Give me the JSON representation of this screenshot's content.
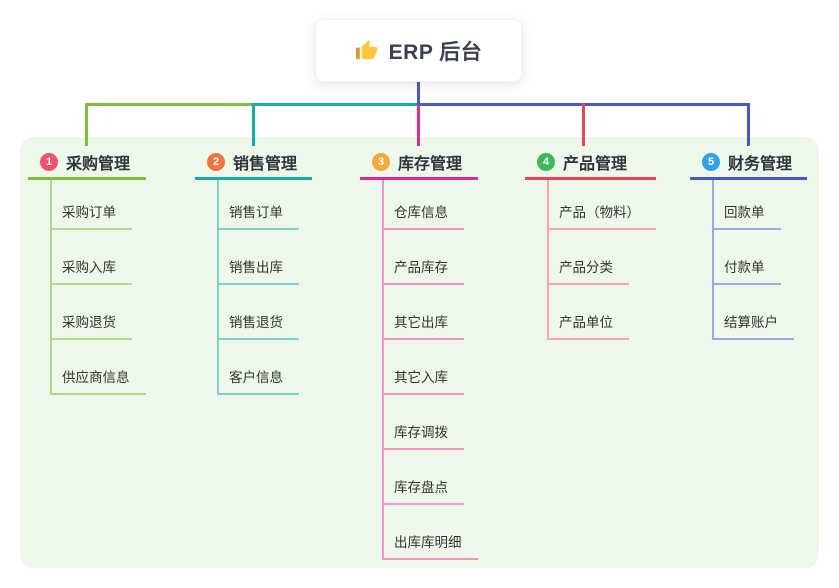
{
  "root": {
    "icon": "thumbs-up",
    "title": "ERP 后台"
  },
  "branches": [
    {
      "badge": "1",
      "label": "采购管理",
      "color": "#82BE3C",
      "light_color": "#AFD88A",
      "badge_color": "#F4516C",
      "children": [
        "采购订单",
        "采购入库",
        "采购退货",
        "供应商信息"
      ]
    },
    {
      "badge": "2",
      "label": "销售管理",
      "color": "#12AFA4",
      "light_color": "#7FD2CA",
      "badge_color": "#F3743C",
      "children": [
        "销售订单",
        "销售出库",
        "销售退货",
        "客户信息"
      ]
    },
    {
      "badge": "3",
      "label": "库存管理",
      "color": "#DE2A92",
      "light_color": "#F193C7",
      "badge_color": "#F6A83A",
      "children": [
        "仓库信息",
        "产品库存",
        "其它出库",
        "其它入库",
        "库存调拨",
        "库存盘点",
        "出库库明细"
      ]
    },
    {
      "badge": "4",
      "label": "产品管理",
      "color": "#EE4355",
      "light_color": "#F7A3AB",
      "badge_color": "#3CBA5B",
      "children": [
        "产品（物料）",
        "产品分类",
        "产品单位"
      ]
    },
    {
      "badge": "5",
      "label": "财务管理",
      "color": "#4657D0",
      "light_color": "#9AA8E8",
      "badge_color": "#2EA3E7",
      "children": [
        "回款单",
        "付款单",
        "结算账户"
      ]
    }
  ],
  "colors": {
    "connector_root": "#4657D0",
    "panel_bg": "#EDF8EA",
    "node_text": "#333333",
    "thumb_icon": "#FFC83D"
  }
}
